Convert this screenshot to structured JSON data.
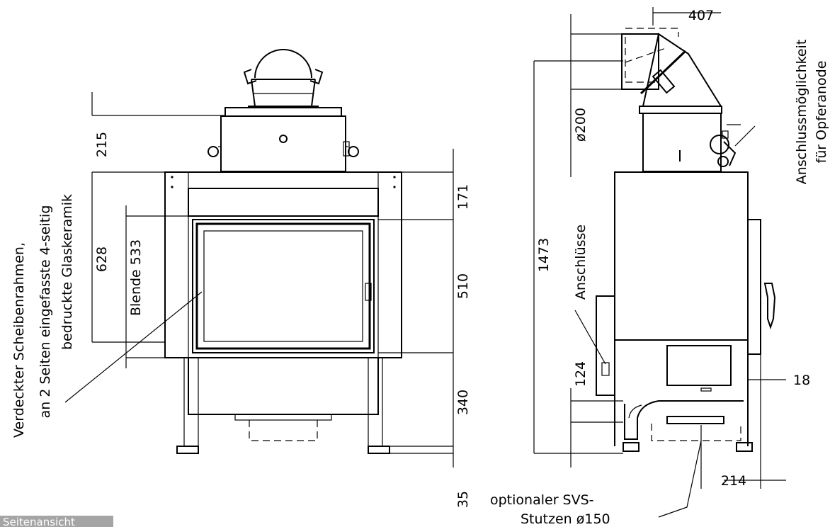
{
  "tab": {
    "label": "Seitenansicht"
  },
  "front_view": {
    "dimensions": {
      "d215": "215",
      "d628": "628",
      "d533": "Blende 533",
      "d171": "171",
      "d510": "510",
      "d340": "340",
      "d35": "35"
    },
    "note": {
      "line1": "Verdeckter Scheibenrahmen,",
      "line2": "an 2 Seiten eingefasste 4-seitig",
      "line3": "bedruckte Glaskeramik"
    }
  },
  "side_view": {
    "dimensions": {
      "d407": "407",
      "d200": "ø200",
      "d1473": "1473",
      "d124": "124",
      "d18": "18",
      "d214": "214"
    },
    "labels": {
      "connections": "Anschlüsse",
      "anode_line1": "Anschlussmöglichkeit",
      "anode_line2": "für Opferanode",
      "svs_line1": "optionaler SVS-",
      "svs_line2": "Stutzen ø150"
    }
  }
}
